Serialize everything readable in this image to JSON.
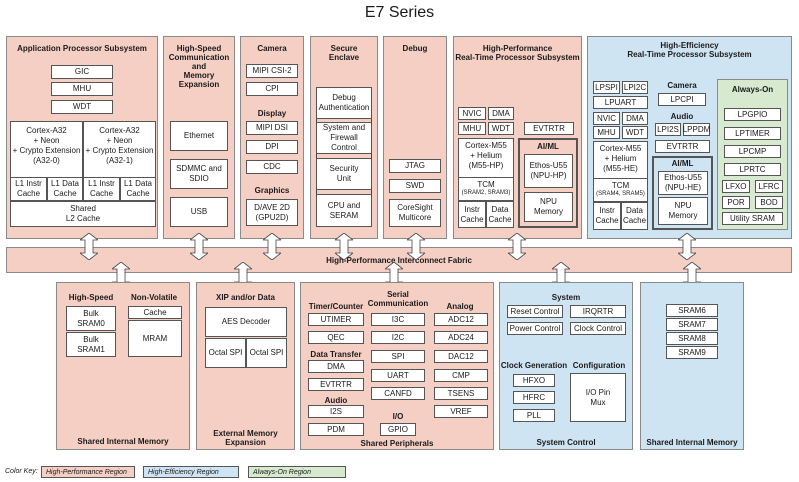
{
  "title": "E7 Series",
  "fabric": "High-Performance Interconnect Fabric",
  "app": {
    "title": "Application Processor Subsystem",
    "gic": "GIC",
    "mhu": "MHU",
    "wdt": "WDT",
    "core0": "Cortex-A32\n+ Neon\n+ Crypto Extension\n(A32-0)",
    "core1": "Cortex-A32\n+ Neon\n+ Crypto Extension\n(A32-1)",
    "l1i": "L1 Instr\nCache",
    "l1d": "L1 Data\nCache",
    "l2": "Shared\nL2 Cache"
  },
  "hs": {
    "title": "High-Speed\nCommunication and\nMemory Expansion",
    "eth": "Ethernet",
    "sd": "SDMMC and\nSDIO",
    "usb": "USB"
  },
  "cam": {
    "title": "Camera",
    "csi": "MIPI CSI-2",
    "cpi": "CPI",
    "disp_title": "Display",
    "dsi": "MIPI DSI",
    "dpi": "DPI",
    "cdc": "CDC",
    "gfx_title": "Graphics",
    "gpu": "D/AVE 2D\n(GPU2D)"
  },
  "sec": {
    "title": "Secure\nEnclave",
    "dbg": "Debug\nAuthentication",
    "sfc": "System and\nFirewall Control",
    "su": "Security\nUnit",
    "cpu": "CPU and\nSERAM"
  },
  "dbg": {
    "title": "Debug",
    "jtag": "JTAG",
    "swd": "SWD",
    "cs": "CoreSight\nMulticore"
  },
  "hprt": {
    "title": "High-Performance\nReal-Time Processor Subsystem",
    "nvic": "NVIC",
    "dma": "DMA",
    "mhu": "MHU",
    "wdt": "WDT",
    "evtrtr": "EVTRTR",
    "m55": "Cortex-M55\n+ Helium\n(M55-HP)",
    "tcm": "TCM",
    "tcm_sub": "(SRAM2, SRAM3)",
    "instr": "Instr\nCache",
    "data": "Data\nCache",
    "aiml": "AI/ML",
    "u55": "Ethos-U55\n(NPU-HP)",
    "npu": "NPU\nMemory"
  },
  "he": {
    "title": "High-Efficiency\nReal-Time Processor Subsystem",
    "lpspi": "LPSPI",
    "lpi2c": "LPI2C",
    "lpuart": "LPUART",
    "nvic": "NVIC",
    "dma": "DMA",
    "mhu": "MHU",
    "wdt": "WDT",
    "m55": "Cortex-M55\n+ Helium\n(M55-HE)",
    "tcm": "TCM",
    "tcm_sub": "(SRAM4, SRAM5)",
    "instr": "Instr\nCache",
    "data": "Data\nCache",
    "cam_title": "Camera",
    "lpcpi": "LPCPI",
    "audio_title": "Audio",
    "lpi2s": "LPI2S",
    "lppdm": "LPPDM",
    "evtrtr": "EVTRTR",
    "aiml": "AI/ML",
    "u55": "Ethos-U55\n(NPU-HE)",
    "npu": "NPU\nMemory"
  },
  "ao": {
    "title": "Always-On",
    "items": [
      "LPGPIO",
      "LPTIMER",
      "LPCMP",
      "LPRTC"
    ],
    "lfxo": "LFXO",
    "lfrc": "LFRC",
    "por": "POR",
    "bod": "BOD",
    "usram": "Utility SRAM"
  },
  "sim": {
    "hs_title": "High-Speed",
    "nv_title": "Non-Volatile",
    "bulk0": "Bulk\nSRAM0",
    "bulk1": "Bulk\nSRAM1",
    "cache": "Cache",
    "mram": "MRAM",
    "footer": "Shared Internal Memory"
  },
  "xip": {
    "title": "XIP and/or Data",
    "aes": "AES Decoder",
    "ospi1": "Octal SPI",
    "ospi2": "Octal SPI",
    "footer": "External Memory\nExpansion"
  },
  "sp": {
    "tc_title": "Timer/Counter",
    "utimer": "UTIMER",
    "qec": "QEC",
    "dt_title": "Data Transfer",
    "dma": "DMA",
    "evtrtr": "EVTRTR",
    "au_title": "Audio",
    "i2s": "I2S",
    "pdm": "PDM",
    "sc_title": "Serial\nCommunication",
    "i3c": "I3C",
    "i2c": "I2C",
    "spi": "SPI",
    "uart": "UART",
    "canfd": "CANFD",
    "io_title": "I/O",
    "gpio": "GPIO",
    "an_title": "Analog",
    "adc12": "ADC12",
    "adc24": "ADC24",
    "dac12": "DAC12",
    "cmp": "CMP",
    "tsens": "TSENS",
    "vref": "VREF",
    "footer": "Shared Peripherals"
  },
  "sys": {
    "title": "System",
    "reset": "Reset Control",
    "irqrtr": "IRQRTR",
    "power": "Power Control",
    "clock": "Clock Control",
    "cg_title": "Clock Generation",
    "hfxo": "HFXO",
    "hfrc": "HFRC",
    "pll": "PLL",
    "cfg_title": "Configuration",
    "iopin": "I/O Pin\nMux",
    "footer": "System Control"
  },
  "sim2": {
    "items": [
      "SRAM6",
      "SRAM7",
      "SRAM8",
      "SRAM9"
    ],
    "footer": "Shared Internal Memory"
  },
  "key": {
    "label": "Color Key:",
    "hp": "High-Performance Region",
    "he": "High-Efficiency Region",
    "ao": "Always-On Region"
  },
  "colors": {
    "hp": "#f6cfc4",
    "he": "#cfe4f2",
    "ao": "#d7ead0"
  }
}
